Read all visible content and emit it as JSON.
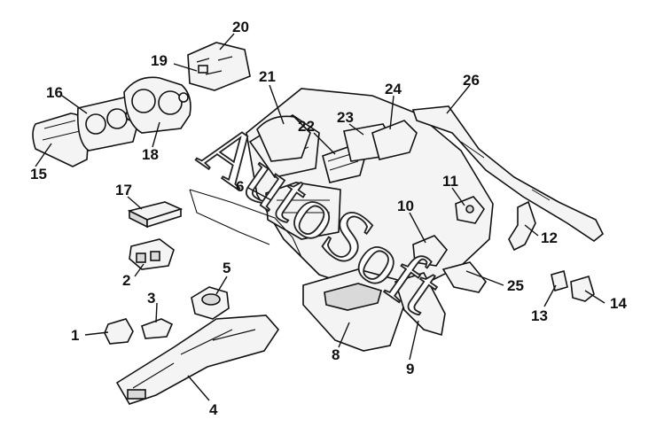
{
  "watermark": "AutoSoft",
  "callouts": [
    {
      "id": "p1",
      "label": "1"
    },
    {
      "id": "p2",
      "label": "2"
    },
    {
      "id": "p3",
      "label": "3"
    },
    {
      "id": "p4",
      "label": "4"
    },
    {
      "id": "p5",
      "label": "5"
    },
    {
      "id": "p6",
      "label": "6"
    },
    {
      "id": "p8",
      "label": "8"
    },
    {
      "id": "p9",
      "label": "9"
    },
    {
      "id": "p10",
      "label": "10"
    },
    {
      "id": "p11",
      "label": "11"
    },
    {
      "id": "p12",
      "label": "12"
    },
    {
      "id": "p13",
      "label": "13"
    },
    {
      "id": "p14",
      "label": "14"
    },
    {
      "id": "p15",
      "label": "15"
    },
    {
      "id": "p16",
      "label": "16"
    },
    {
      "id": "p17",
      "label": "17"
    },
    {
      "id": "p18",
      "label": "18"
    },
    {
      "id": "p19",
      "label": "19"
    },
    {
      "id": "p20",
      "label": "20"
    },
    {
      "id": "p21",
      "label": "21"
    },
    {
      "id": "p22",
      "label": "22"
    },
    {
      "id": "p23",
      "label": "23"
    },
    {
      "id": "p24",
      "label": "24"
    },
    {
      "id": "p25",
      "label": "25"
    },
    {
      "id": "p26",
      "label": "26"
    }
  ]
}
